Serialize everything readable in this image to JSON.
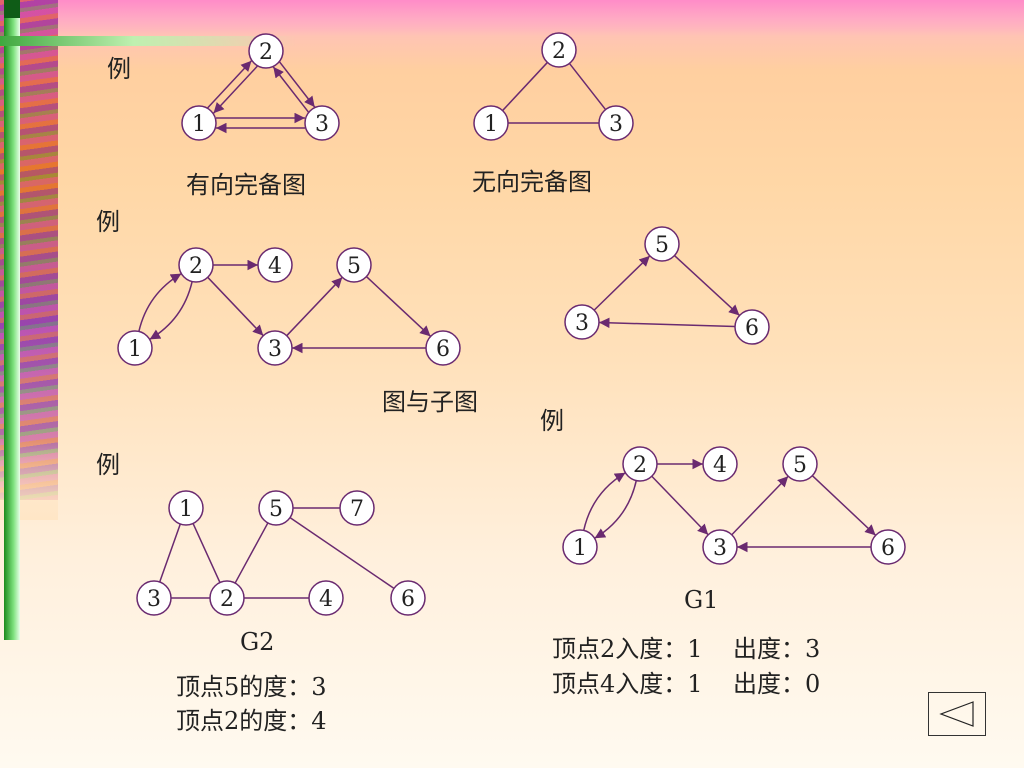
{
  "labels": {
    "example": "例",
    "directed_complete": "有向完备图",
    "undirected_complete": "无向完备图",
    "graph_subgraph": "图与子图",
    "g1": "G1",
    "g2": "G2",
    "g2_degree_v5": "顶点5的度：3",
    "g2_degree_v2": "顶点2的度：4",
    "g1_v2_degree": "顶点2入度：1    出度：3",
    "g1_v4_degree": "顶点4入度：1    出度：0"
  },
  "node_labels": {
    "n1": "1",
    "n2": "2",
    "n3": "3",
    "n4": "4",
    "n5": "5",
    "n6": "6",
    "n7": "7"
  },
  "colors": {
    "stroke": "#6a2a70",
    "node_fill": "#ffffff",
    "text": "#222222"
  },
  "nav": {
    "prev_icon": "triangle-left-icon"
  }
}
